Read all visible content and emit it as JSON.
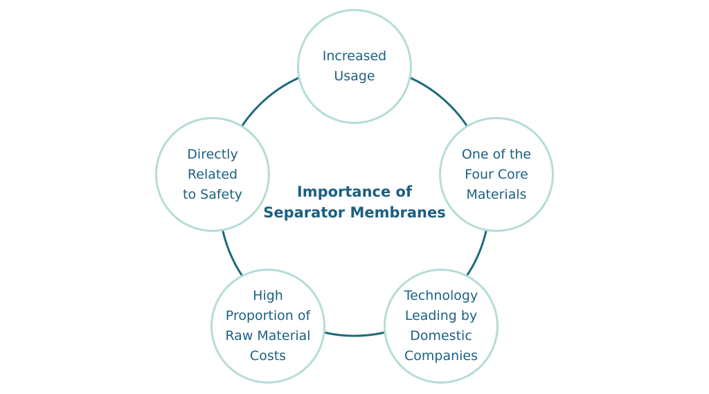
{
  "title": "Importance of\nSeparator Membranes",
  "nodes": [
    {
      "label": "Increased\nUsage"
    },
    {
      "label": "One of the\nFour Core\nMaterials"
    },
    {
      "label": "Technology\nLeading by\nDomestic\nCompanies"
    },
    {
      "label": "High\nProportion of\nRaw Material\nCosts"
    },
    {
      "label": "Directly\nRelated\nto Safety"
    }
  ],
  "colors": {
    "ring": "#1d6a7a",
    "node_border": "#b4dcd8",
    "text": "#1b5f82"
  }
}
